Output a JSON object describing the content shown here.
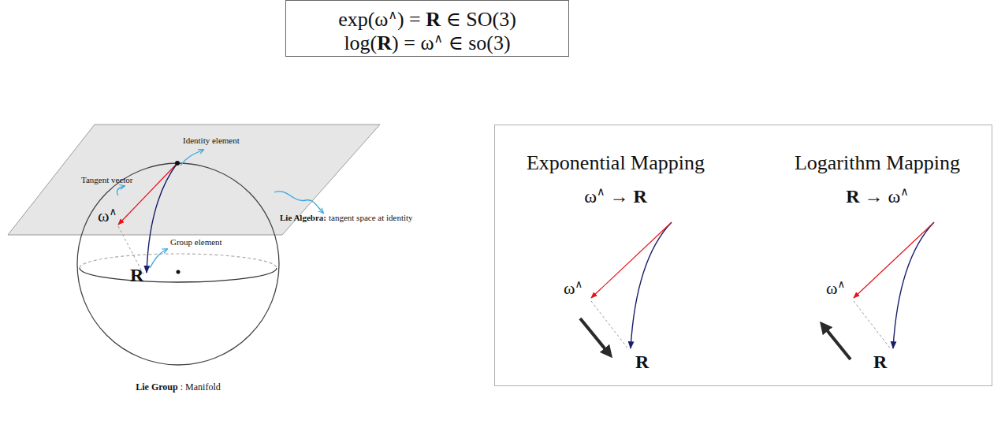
{
  "diagram": {
    "nodes": [
      {
        "text": [
          "exp(ω∧) = R ∈ SO(3)",
          "log(R) = ω∧ ∈ so(3)"
        ]
      },
      {
        "text": [
          "Exponential Mapping",
          "ω∧ → R",
          "Logarithm Mapping",
          "R → ω∧"
        ]
      }
    ],
    "labels": [
      "Identity element",
      "Tangent vector",
      "ω∧",
      "Lie Algebra:",
      "tangent space at identity",
      "Group element",
      "R",
      "Lie Group",
      ": Manifold",
      "ω∧",
      "R",
      "ω∧",
      "R"
    ]
  }
}
